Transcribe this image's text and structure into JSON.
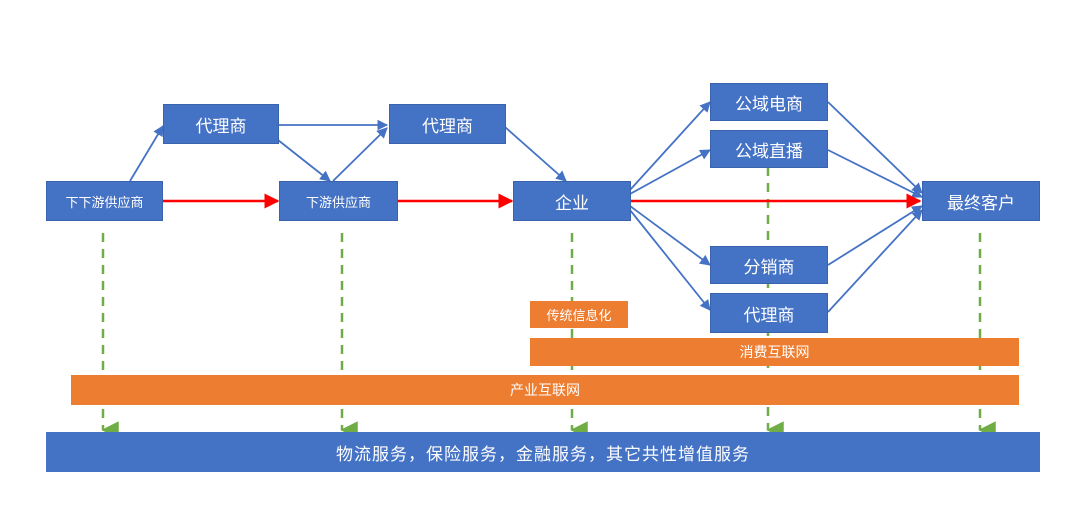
{
  "nodes": {
    "lower_lower_supplier": "下下游供应商",
    "agent_1": "代理商",
    "lower_supplier": "下游供应商",
    "agent_2": "代理商",
    "enterprise": "企业",
    "public_ecommerce": "公域电商",
    "public_live": "公域直播",
    "distributor": "分销商",
    "agent_3": "代理商",
    "final_customer": "最终客户"
  },
  "bands": {
    "traditional_it": "传统信息化",
    "consumer_internet": "消费互联网",
    "industrial_internet": "产业互联网"
  },
  "services_bar": "物流服务，保险服务，金融服务，其它共性增值服务",
  "colors": {
    "node_fill": "#4472c4",
    "band_fill": "#ed7d31",
    "main_flow_arrow": "#ff0000",
    "dashed_connector": "#70ad47"
  }
}
